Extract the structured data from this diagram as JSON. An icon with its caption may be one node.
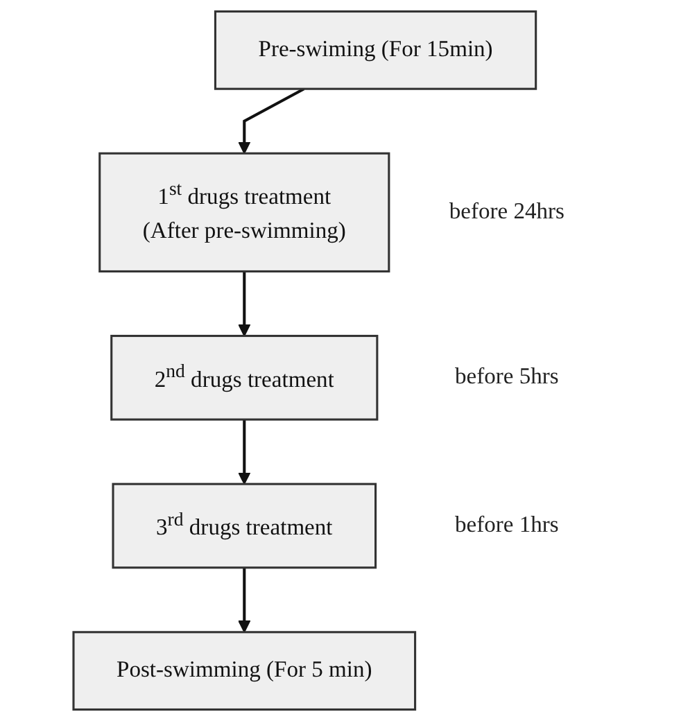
{
  "diagram": {
    "nodes": [
      {
        "text": [
          "Pre-swiming (For 15min)"
        ]
      },
      {
        "text": [
          "1$^{st}$ drugs treatment",
          "(After pre-swimming)"
        ],
        "beside": [
          "before 24hrs"
        ]
      },
      {
        "text": [
          "2$^{nd}$ drugs treatment"
        ],
        "beside": [
          "before 5hrs"
        ]
      },
      {
        "text": [
          "3$^{rd}$ drugs treatment"
        ],
        "beside": [
          "before 1hrs"
        ]
      },
      {
        "text": [
          "Post-swimming (For 5 min)"
        ]
      }
    ],
    "edges": [
      {
        "from": 0,
        "to": 1,
        "arrow": "to"
      },
      {
        "from": 1,
        "to": 2,
        "arrow": "to"
      },
      {
        "from": 2,
        "to": 3,
        "arrow": "to"
      },
      {
        "from": 3,
        "to": 4,
        "arrow": "to"
      }
    ]
  }
}
